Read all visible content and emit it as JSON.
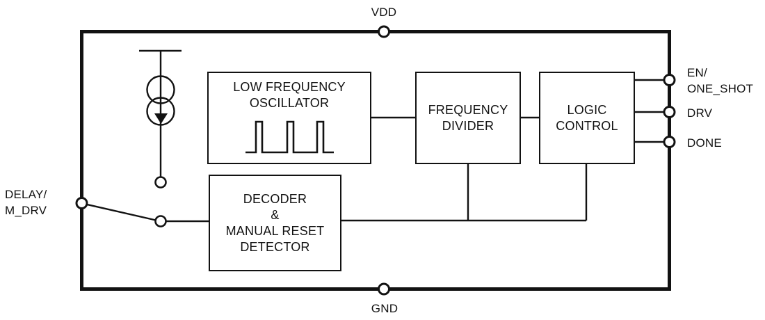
{
  "colors": {
    "line": "#121212",
    "background": "#ffffff"
  },
  "pins": {
    "vdd": {
      "label": "VDD"
    },
    "gnd": {
      "label": "GND"
    },
    "delay_m_drv": {
      "label_line1": "DELAY/",
      "label_line2": "M_DRV"
    },
    "en_one_shot": {
      "label_line1": "EN/",
      "label_line2": "ONE_SHOT"
    },
    "drv": {
      "label": "DRV"
    },
    "done": {
      "label": "DONE"
    }
  },
  "blocks": {
    "low_frequency_oscillator": {
      "lines": [
        "LOW FREQUENCY",
        "OSCILLATOR"
      ]
    },
    "frequency_divider": {
      "lines": [
        "FREQUENCY",
        "DIVIDER"
      ]
    },
    "logic_control": {
      "lines": [
        "LOGIC",
        "CONTROL"
      ]
    },
    "decoder": {
      "lines": [
        "DECODER",
        "&",
        "MANUAL RESET",
        "DETECTOR"
      ]
    }
  },
  "icons": {
    "current_source": "current-source-icon",
    "manual_switch": "switch-icon",
    "clock_pulses": "clock-waveform-icon",
    "pin_terminal": "pin-circle-icon"
  }
}
